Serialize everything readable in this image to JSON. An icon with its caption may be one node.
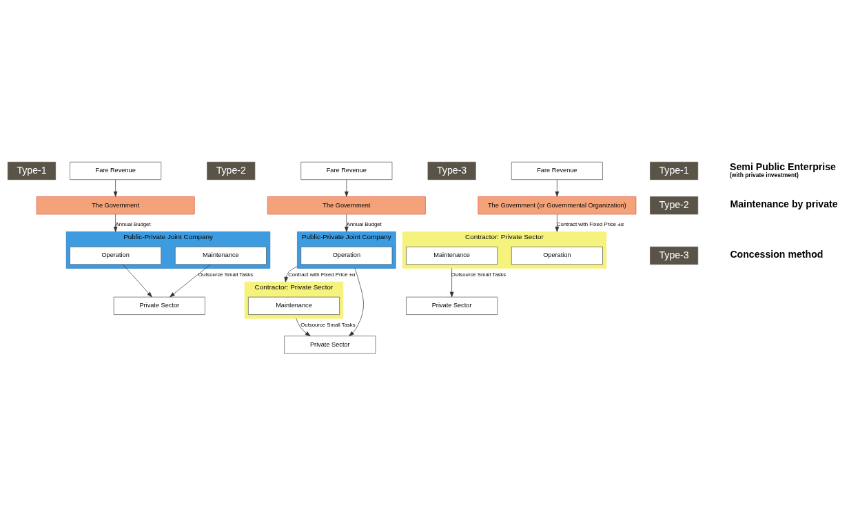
{
  "diagram": {
    "nodes": [
      {
        "text": [
          "Type-1"
        ]
      },
      {
        "text": [
          "The Government"
        ]
      },
      {
        "text": [
          "Public-Private Joint Company"
        ]
      },
      {
        "text": [
          "Operation"
        ],
        "in": 2
      },
      {
        "text": [
          "Maintenance"
        ],
        "in": 2
      },
      {
        "text": [
          "Private Sector"
        ]
      },
      {
        "text": [
          "Fare Revenue"
        ]
      },
      {
        "text": [
          "Type-2"
        ]
      },
      {
        "text": [
          "The Government"
        ]
      },
      {
        "text": [
          "Public-Private Joint Company"
        ]
      },
      {
        "text": [
          "Operation"
        ],
        "in": 9
      },
      {
        "text": [
          "Contractor: Private Sector"
        ]
      },
      {
        "text": [
          "Maintenance"
        ],
        "in": 11
      },
      {
        "text": [
          "Fare Revenue"
        ]
      },
      {
        "text": [
          "Private Sector"
        ]
      },
      {
        "text": [
          "Type-3"
        ]
      },
      {
        "text": [
          "The Government (or Governmental Organization)"
        ]
      },
      {
        "text": [
          "Contractor: Private Sector"
        ]
      },
      {
        "text": [
          "Operation"
        ],
        "in": 17
      },
      {
        "text": [
          "Maintenance"
        ],
        "in": 17
      },
      {
        "text": [
          "Fare Revenue"
        ]
      },
      {
        "text": [
          "Private Sector"
        ]
      },
      {
        "text": [
          "Type-1"
        ],
        "beside": [
          "Semi Public Enterprise",
          "(with private investment)"
        ]
      },
      {
        "text": [
          "Type-2"
        ],
        "beside": [
          "Maintenance by private"
        ]
      },
      {
        "text": [
          "Type-3"
        ],
        "beside": [
          "Concession method"
        ]
      }
    ],
    "edges": [
      {
        "from": 1,
        "to": 2,
        "arrow": "to",
        "label": "Annual Budget"
      },
      {
        "from": 4,
        "to": 5,
        "arrow": "to",
        "label": "Outsource Small Tasks"
      },
      {
        "from": 3,
        "to": 5,
        "arrow": "to"
      },
      {
        "from": 6,
        "to": 1,
        "arrow": "to"
      },
      {
        "from": 8,
        "to": 9,
        "arrow": "to",
        "label": "Annual Budget"
      },
      {
        "from": 9,
        "to": 11,
        "arrow": "to",
        "label": "Contract with Fixed Price ±α"
      },
      {
        "from": 11,
        "to": 14,
        "arrow": "to",
        "label": "Outsource Small Tasks"
      },
      {
        "from": 9,
        "to": 14,
        "arrow": "to"
      },
      {
        "from": 13,
        "to": 8,
        "arrow": "to"
      },
      {
        "from": 16,
        "to": 17,
        "arrow": "to",
        "label": "Contract with Fixed Price ±α"
      },
      {
        "from": 17,
        "to": 21,
        "arrow": "to",
        "label": "Outsource Small Tasks"
      },
      {
        "from": 20,
        "to": 16,
        "arrow": "to"
      }
    ]
  }
}
